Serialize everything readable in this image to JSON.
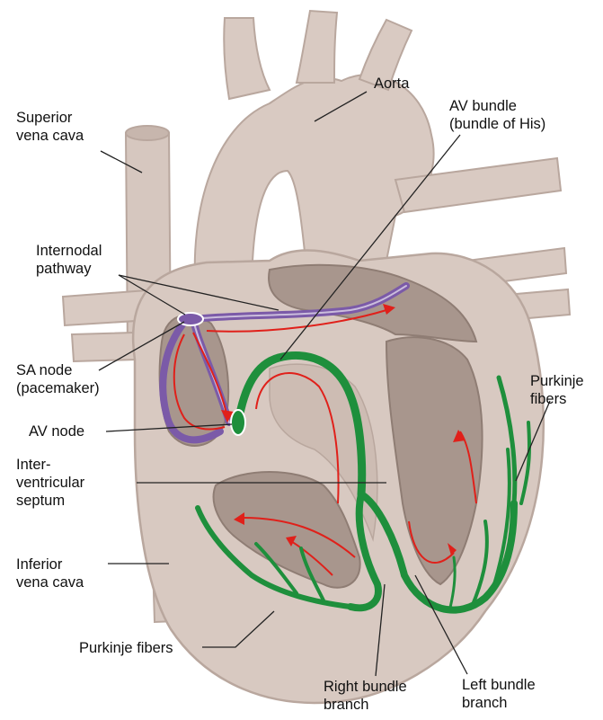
{
  "colors": {
    "tissue": "#d8c9c1",
    "tissue_light": "#e6dbd4",
    "tissue_dark": "#b9a79e",
    "chamber": "#a8968d",
    "chamber_shadow": "#8f7d74",
    "conduction_green": "#1e8f3c",
    "internodal_purple": "#7b5aa8",
    "impulse_red": "#e0201a",
    "leader": "#222222"
  },
  "labels": {
    "aorta": "Aorta",
    "svc_1": "Superior",
    "svc_2": "vena cava",
    "avb_1": "AV bundle",
    "avb_2": "(bundle of His)",
    "internodal_1": "Internodal",
    "internodal_2": "pathway",
    "sa_1": "SA node",
    "sa_2": "(pacemaker)",
    "av_node": "AV node",
    "ivs_1": "Inter-",
    "ivs_2": "ventricular",
    "ivs_3": "septum",
    "purkinje_r_1": "Purkinje",
    "purkinje_r_2": "fibers",
    "ivc_1": "Inferior",
    "ivc_2": "vena cava",
    "purkinje_b": "Purkinje fibers",
    "rbb_1": "Right bundle",
    "rbb_2": "branch",
    "lbb_1": "Left bundle",
    "lbb_2": "branch"
  },
  "icons": {
    "heart": "heart-illustration"
  }
}
